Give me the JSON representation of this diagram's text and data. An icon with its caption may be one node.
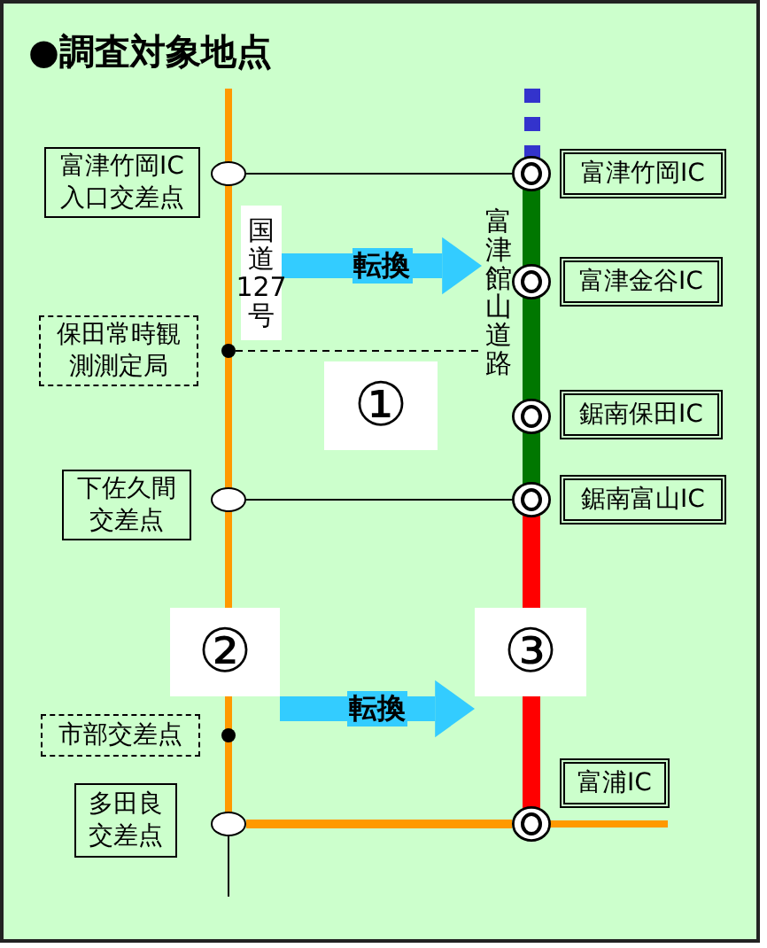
{
  "diagram": {
    "title": "●調査対象地点",
    "nodes": [
      {
        "text": [
          "富津竹岡IC入口交差点"
        ]
      },
      {
        "text": [
          "保田常時観測測定局"
        ]
      },
      {
        "text": [
          "下佐久間交差点"
        ]
      },
      {
        "text": [
          "市部交差点"
        ]
      },
      {
        "text": [
          "多田良交差点"
        ]
      },
      {
        "text": [
          "富津竹岡IC"
        ]
      },
      {
        "text": [
          "富津金谷IC"
        ]
      },
      {
        "text": [
          "鋸南保田IC"
        ]
      },
      {
        "text": [
          "鋸南富山IC"
        ]
      },
      {
        "text": [
          "富浦IC"
        ]
      },
      {
        "text": [
          "国道127号"
        ]
      },
      {
        "text": [
          "富津館山道路"
        ]
      },
      {
        "text": [
          "①"
        ]
      },
      {
        "text": [
          "②"
        ]
      },
      {
        "text": [
          "③"
        ]
      },
      {
        "text": [],
        "shape": "circle"
      },
      {
        "text": [],
        "shape": "circle"
      },
      {
        "text": [],
        "shape": "circle"
      },
      {
        "text": [],
        "shape": "circle"
      },
      {
        "text": [],
        "shape": "circle"
      },
      {
        "text": [],
        "shape": "circle"
      },
      {
        "text": [],
        "shape": "circle"
      },
      {
        "text": [],
        "shape": "circle"
      },
      {
        "text": [],
        "shape": "circle"
      },
      {
        "text": [],
        "shape": "circle"
      }
    ],
    "edges": [
      {
        "from": 15,
        "to": 18,
        "arrow": "none"
      },
      {
        "from": 16,
        "to": 21,
        "arrow": "none"
      },
      {
        "from": 17,
        "to": 22,
        "arrow": "none",
        "style": "thick",
        "color": "#ff9900"
      },
      {
        "from": 23,
        "to": 11,
        "arrow": "none",
        "style": "dashed"
      },
      {
        "from": 10,
        "to": 11,
        "arrow": "to",
        "label": "転換",
        "style": "thick",
        "color": "#33ccff"
      },
      {
        "from": 13,
        "to": 14,
        "arrow": "to",
        "label": "転換",
        "style": "thick",
        "color": "#33ccff"
      }
    ]
  }
}
